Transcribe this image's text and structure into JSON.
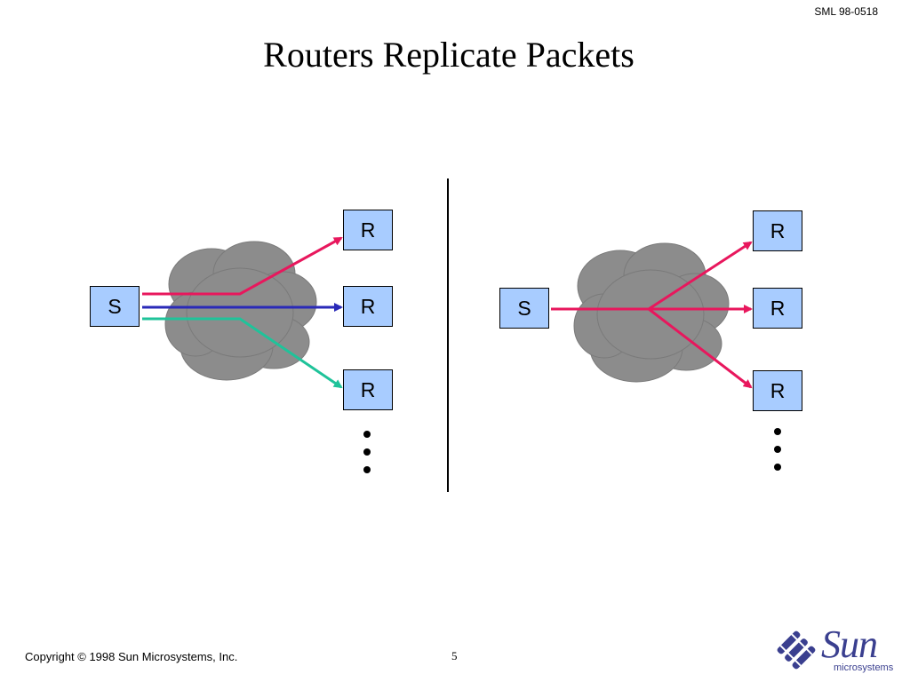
{
  "header": {
    "slide_code": "SML 98-0518",
    "title": "Routers Replicate Packets"
  },
  "diagram": {
    "left": {
      "source_label": "S",
      "receivers": [
        "R",
        "R",
        "R"
      ]
    },
    "right": {
      "source_label": "S",
      "receivers": [
        "R",
        "R",
        "R"
      ]
    },
    "colors": {
      "node_fill": "#a8ccff",
      "cloud": "#8c8c8c",
      "pink": "#e8175d",
      "blue": "#2a2ab8",
      "green": "#1fc39a"
    },
    "icons": [
      "cloud-icon",
      "ellipsis-dots-icon"
    ]
  },
  "footer": {
    "copyright": "Copyright © 1998 Sun Microsystems, Inc.",
    "page_number": "5",
    "logo_text": "Sun",
    "logo_subtext": "microsystems"
  }
}
